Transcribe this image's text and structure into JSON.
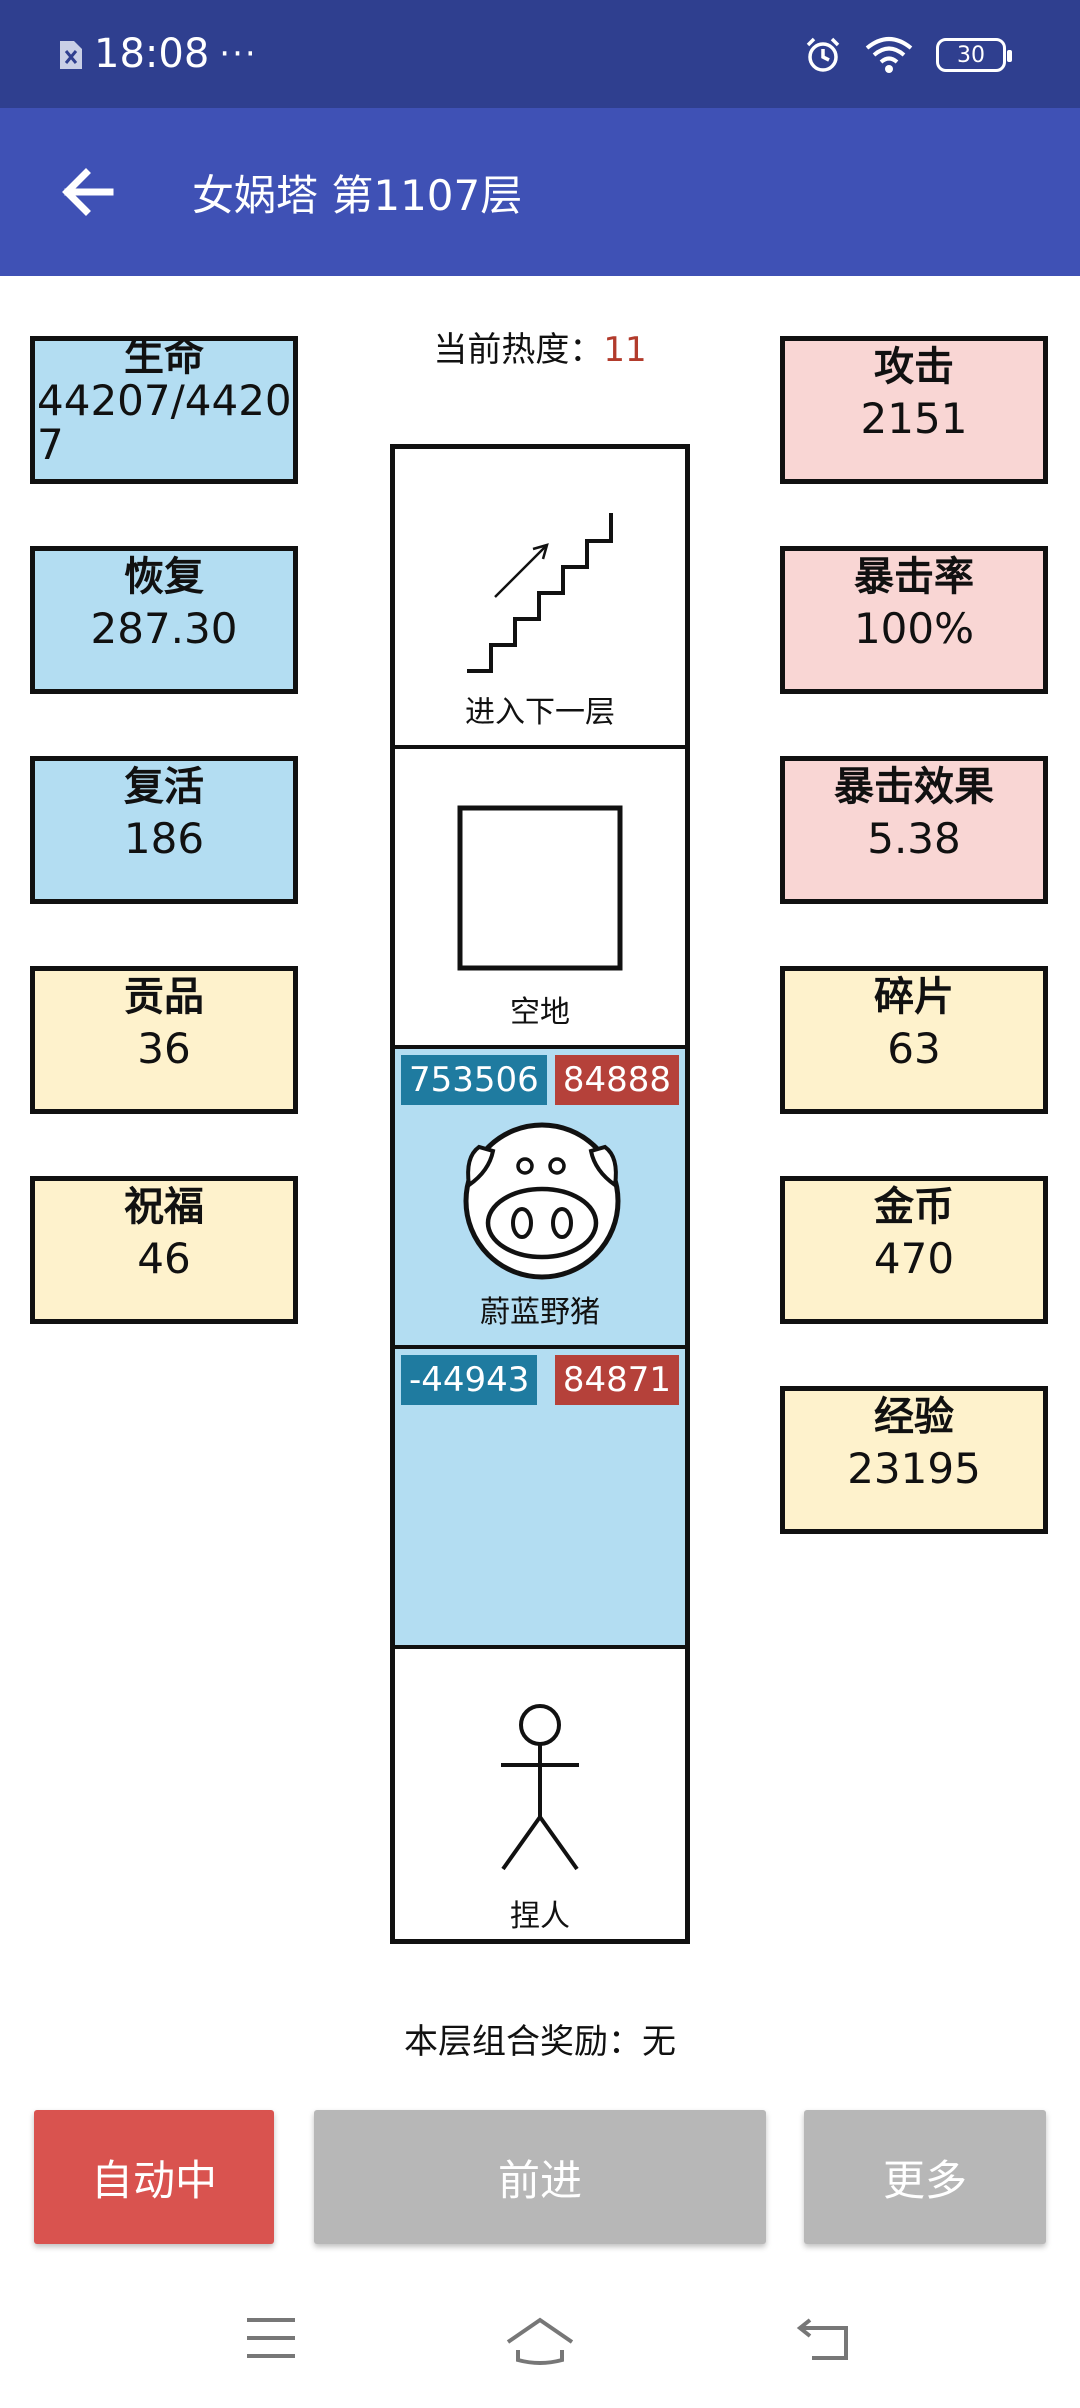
{
  "status_bar": {
    "time": "18:08",
    "dots": "···",
    "battery": "30"
  },
  "app_bar": {
    "title": "女娲塔 第1107层"
  },
  "heat": {
    "label": "当前热度：",
    "value": "11"
  },
  "left_stats": [
    {
      "name": "生命",
      "value": "44207/44207"
    },
    {
      "name": "恢复",
      "value": "287.30"
    },
    {
      "name": "复活",
      "value": "186"
    },
    {
      "name": "贡品",
      "value": "36"
    },
    {
      "name": "祝福",
      "value": "46"
    }
  ],
  "right_stats": [
    {
      "name": "攻击",
      "value": "2151"
    },
    {
      "name": "暴击率",
      "value": "100%"
    },
    {
      "name": "暴击效果",
      "value": "5.38"
    },
    {
      "name": "碎片",
      "value": "63"
    },
    {
      "name": "金币",
      "value": "470"
    },
    {
      "name": "经验",
      "value": "23195"
    }
  ],
  "tower": {
    "cells": [
      {
        "label": "进入下一层",
        "icon": "stairs-icon"
      },
      {
        "label": "空地",
        "icon": "empty-square-icon"
      },
      {
        "label": "蔚蓝野猪",
        "icon": "pig-icon",
        "hp": "753506",
        "atk": "84888"
      },
      {
        "label": "",
        "hp": "-44943",
        "atk": "84871"
      },
      {
        "label": "捏人",
        "icon": "stick-figure-icon"
      }
    ]
  },
  "reward": {
    "text": "本层组合奖励：无"
  },
  "buttons": {
    "auto": "自动中",
    "forward": "前进",
    "more": "更多"
  },
  "colors": {
    "status_bar": "#2f3f8f",
    "app_bar": "#3f51b5",
    "stat_blue": "#b3ddf2",
    "stat_pink": "#f9d6d4",
    "stat_yellow": "#fef2cc",
    "hp_badge": "#1f7ba0",
    "atk_badge": "#b5413a",
    "auto_button": "#d9534f",
    "disabled_button": "#b7b7b7"
  }
}
